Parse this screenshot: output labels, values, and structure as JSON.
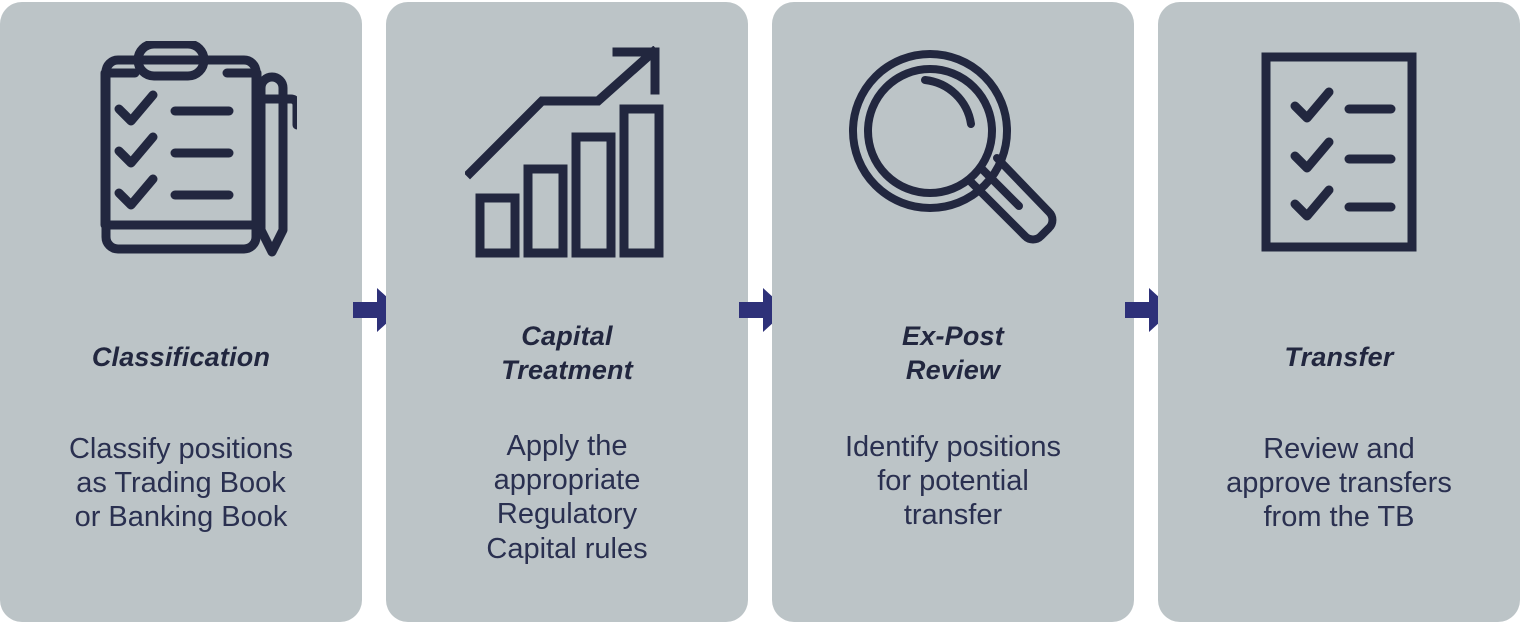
{
  "colors": {
    "card_background": "#bcc4c7",
    "icon_stroke": "#22273f",
    "title_text": "#22273f",
    "body_text": "#2a3050",
    "arrow_fill": "#2e3179",
    "page_background": "#ffffff"
  },
  "flow": {
    "steps": [
      {
        "icon": "clipboard-checklist-pen-icon",
        "title": "Classification",
        "description": "Classify positions\nas Trading Book\nor Banking Book"
      },
      {
        "icon": "growth-bar-chart-arrow-icon",
        "title": "Capital\nTreatment",
        "description": "Apply the\nappropriate\nRegulatory\nCapital rules"
      },
      {
        "icon": "magnifying-glass-icon",
        "title": "Ex-Post\nReview",
        "description": "Identify positions\nfor potential\ntransfer"
      },
      {
        "icon": "document-checklist-icon",
        "title": "Transfer",
        "description": "Review and\napprove transfers\nfrom the TB"
      }
    ],
    "connectors": [
      {
        "icon": "right-arrow-icon"
      },
      {
        "icon": "right-arrow-icon"
      },
      {
        "icon": "right-arrow-icon"
      }
    ]
  }
}
